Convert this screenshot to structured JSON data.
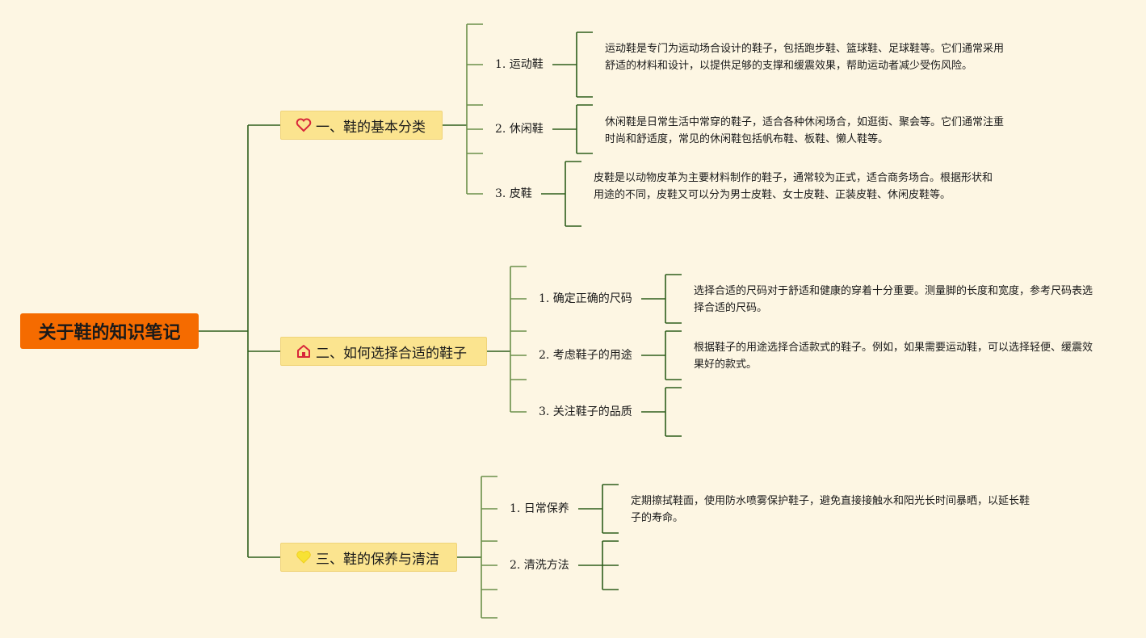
{
  "root": {
    "title": "关于鞋的知识笔记"
  },
  "colors": {
    "background": "#fdf6e3",
    "root_fill": "#f56b00",
    "topic_fill": "#fbe48f",
    "line": "#2e5e1c",
    "bracket": "#6b8f4a"
  },
  "topics": [
    {
      "label": "一、鞋的基本分类",
      "icon": "heart-icon",
      "children": [
        {
          "label": "1. 运动鞋",
          "description": "运动鞋是专门为运动场合设计的鞋子，包括跑步鞋、篮球鞋、足球鞋等。它们通常采用舒适的材料和设计，以提供足够的支撑和缓震效果，帮助运动者减少受伤风险。"
        },
        {
          "label": "2. 休闲鞋",
          "description": "休闲鞋是日常生活中常穿的鞋子，适合各种休闲场合，如逛街、聚会等。它们通常注重时尚和舒适度，常见的休闲鞋包括帆布鞋、板鞋、懒人鞋等。"
        },
        {
          "label": "3. 皮鞋",
          "description": "皮鞋是以动物皮革为主要材料制作的鞋子，通常较为正式，适合商务场合。根据形状和用途的不同，皮鞋又可以分为男士皮鞋、女士皮鞋、正装皮鞋、休闲皮鞋等。"
        }
      ]
    },
    {
      "label": "二、如何选择合适的鞋子",
      "icon": "house-icon",
      "children": [
        {
          "label": "1. 确定正确的尺码",
          "description": "选择合适的尺码对于舒适和健康的穿着十分重要。测量脚的长度和宽度，参考尺码表选择合适的尺码。"
        },
        {
          "label": "2. 考虑鞋子的用途",
          "description": "根据鞋子的用途选择合适款式的鞋子。例如，如果需要运动鞋，可以选择轻便、缓震效果好的款式。"
        },
        {
          "label": "3. 关注鞋子的品质",
          "description": ""
        }
      ]
    },
    {
      "label": "三、鞋的保养与清洁",
      "icon": "heart-filled-icon",
      "children": [
        {
          "label": "1. 日常保养",
          "description": "定期擦拭鞋面，使用防水喷雾保护鞋子，避免直接接触水和阳光长时间暴晒，以延长鞋子的寿命。"
        },
        {
          "label": "2. 清洗方法",
          "description": ""
        }
      ]
    }
  ]
}
